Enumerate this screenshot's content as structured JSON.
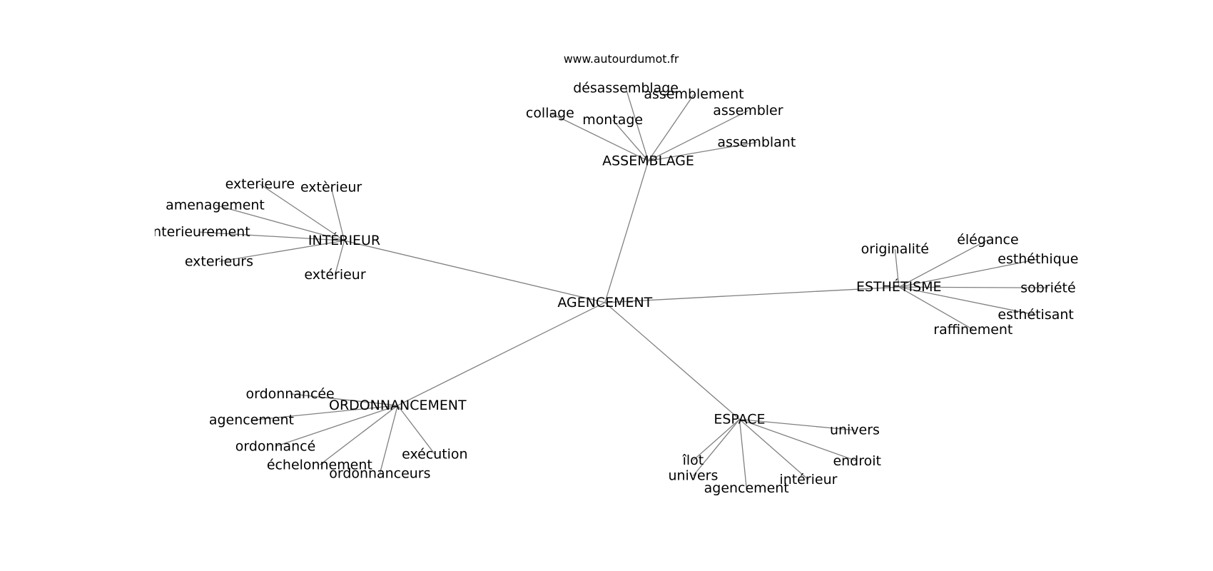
{
  "watermark": "www.autourdumot.fr",
  "edge_color": "#808080",
  "root": {
    "id": "agencement",
    "label": "AGENCEMENT"
  },
  "clusters": [
    {
      "id": "assemblage",
      "label": "ASSEMBLAGE",
      "leaves": [
        "désassemblage",
        "assemblement",
        "collage",
        "montage",
        "assembler",
        "assemblant"
      ]
    },
    {
      "id": "interieur",
      "label": "INTÉRIEUR",
      "leaves": [
        "exterieure",
        "extèrieur",
        "amenagement",
        "interieurement",
        "exterieurs",
        "extérieur"
      ]
    },
    {
      "id": "esthetisme",
      "label": "ESTHÉTISME",
      "leaves": [
        "originalité",
        "élégance",
        "esthéthique",
        "sobriété",
        "esthétisant",
        "raffinement"
      ]
    },
    {
      "id": "ordonnancement",
      "label": "ORDONNANCEMENT",
      "leaves": [
        "ordonnancée",
        "agencement",
        "ordonnancé",
        "échelonnement",
        "ordonnanceurs",
        "exécution"
      ]
    },
    {
      "id": "espace",
      "label": "ESPACE",
      "leaves": [
        "univers",
        "endroit",
        "intérieur",
        "agencement",
        "univers",
        "îlot"
      ]
    }
  ]
}
